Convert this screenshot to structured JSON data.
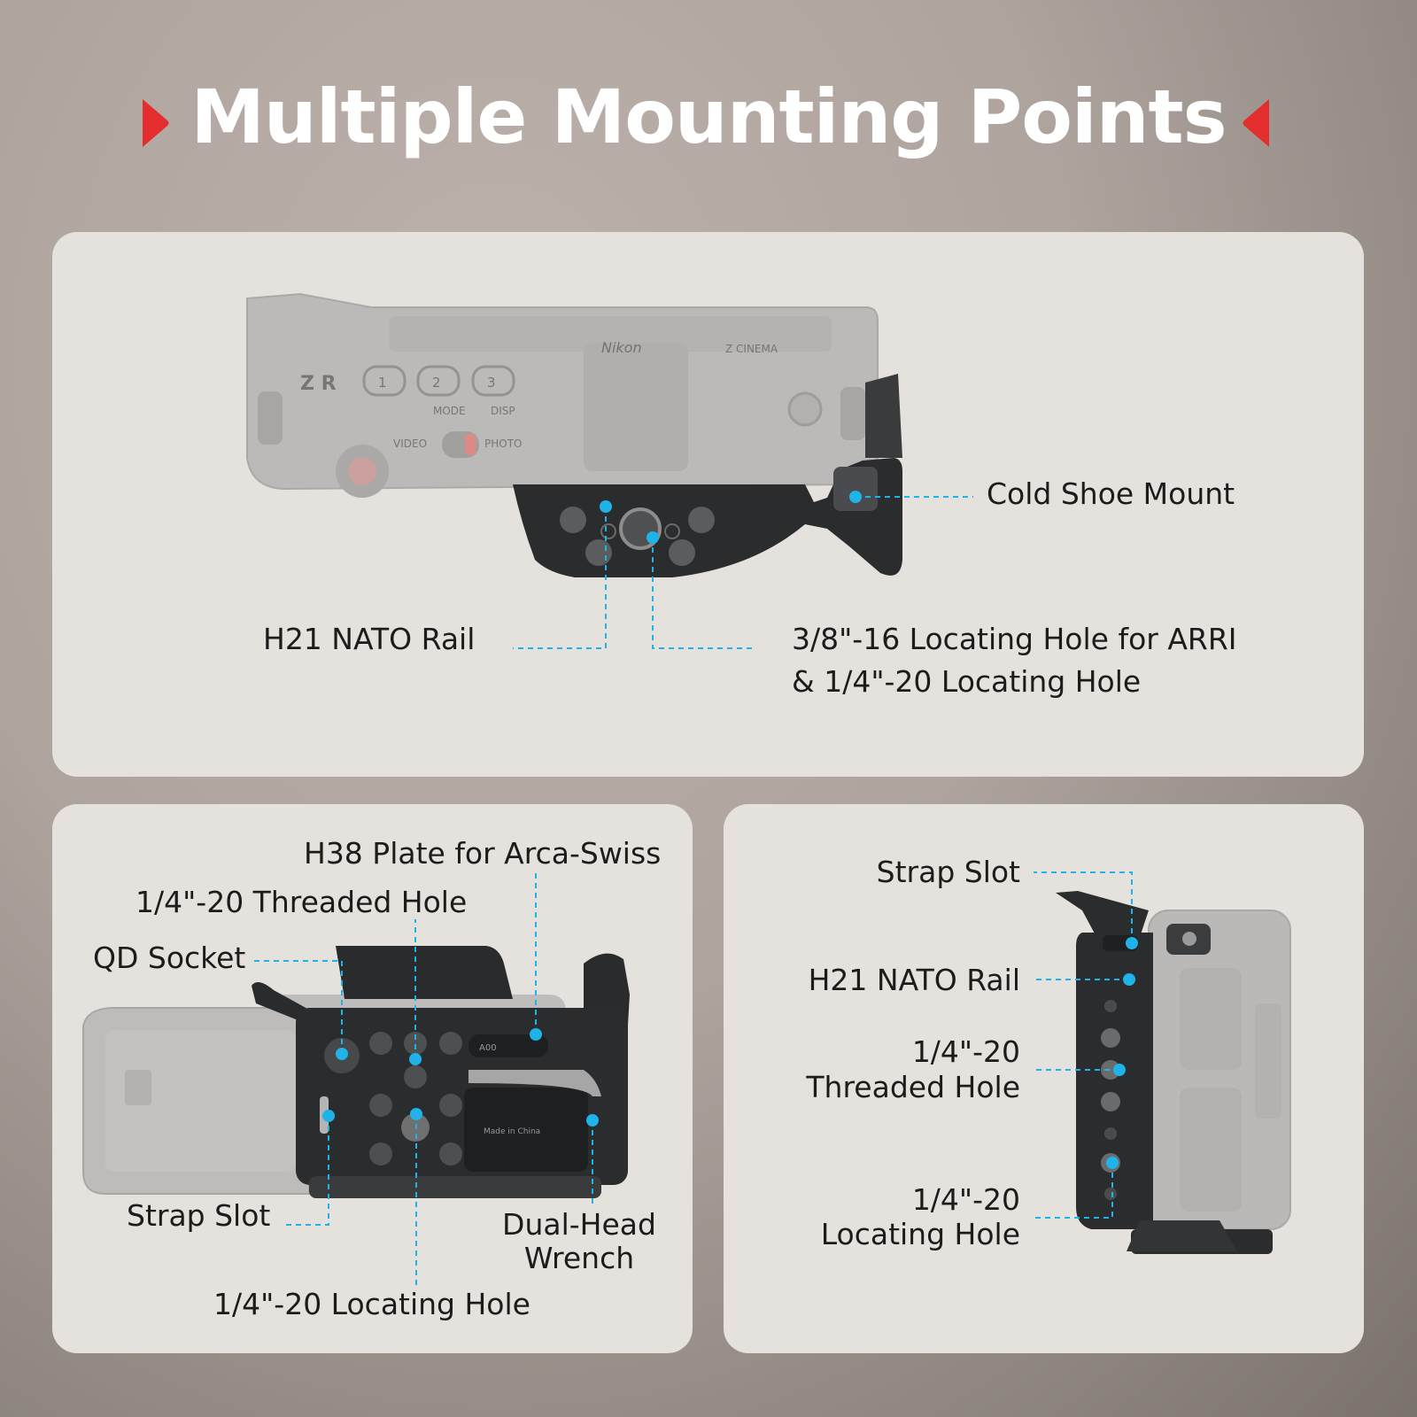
{
  "header": {
    "title": "Multiple Mounting Points",
    "accent_color": "#e42d2d"
  },
  "top_panel": {
    "cold_shoe": "Cold Shoe Mount",
    "nato_rail": "H21 NATO Rail",
    "locating_line1": "3/8\"-16 Locating Hole for ARRI",
    "locating_line2": "& 1/4\"-20 Locating Hole",
    "camera_text": {
      "buttons": [
        "1",
        "2",
        "3"
      ],
      "mode": "MODE",
      "disp": "DISP",
      "photo": "PHOTO",
      "video": "VIDEO",
      "brand": "Nikon",
      "model": "Z CINEMA",
      "zr": "Z R"
    }
  },
  "bottom_left_panel": {
    "h38": "H38 Plate for Arca-Swiss",
    "threaded": "1/4\"-20 Threaded Hole",
    "qd": "QD Socket",
    "strap": "Strap Slot",
    "wrench_line1": "Dual-Head",
    "wrench_line2": "Wrench",
    "locating": "1/4\"-20 Locating Hole",
    "plate_text1": "A00",
    "plate_text2": "Made in China"
  },
  "bottom_right_panel": {
    "strap": "Strap Slot",
    "nato": "H21 NATO Rail",
    "threaded_line1": "1/4\"-20",
    "threaded_line2": "Threaded Hole",
    "locating_line1": "1/4\"-20",
    "locating_line2": "Locating Hole"
  },
  "colors": {
    "callout": "#1fb3ea",
    "panel": "#e5e1dd",
    "metal": "#2b2c2e"
  }
}
